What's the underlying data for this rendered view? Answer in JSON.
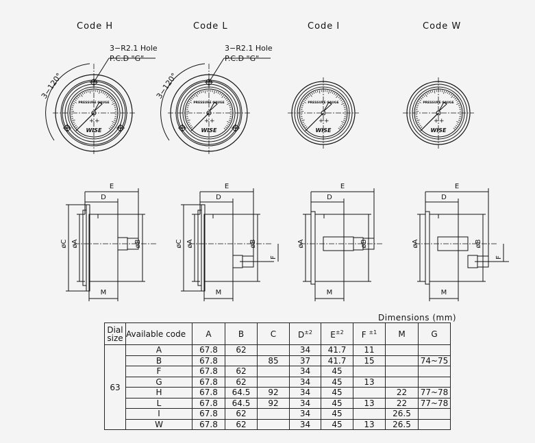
{
  "codes": [
    "Code  H",
    "Code  L",
    "Code  I",
    "Code  W"
  ],
  "annotations": {
    "hole": "3−R2.1  Hole",
    "pcd": "P.C.D  \"G\"",
    "angle": "3−120°",
    "dial_text": "PRESSURE GAUGE",
    "brand": "WISE"
  },
  "dimension_letters": {
    "E": "E",
    "D": "D",
    "M": "M",
    "F": "F",
    "C": "øC",
    "A": "øA",
    "B": "øB"
  },
  "table": {
    "caption": "Dimensions  (mm)",
    "headers": {
      "dial_size": "Dial size",
      "available_code": "Available  code",
      "A": "A",
      "B": "B",
      "C": "C",
      "D": "D",
      "D_tol": "±2",
      "E": "E",
      "E_tol": "±2",
      "F": "F",
      "F_tol": "±1",
      "M": "M",
      "G": "G"
    },
    "dial_size": "63",
    "rows": [
      {
        "code": "A",
        "A": "67.8",
        "B": "62",
        "C": "",
        "D": "34",
        "E": "41.7",
        "F": "11",
        "M": "",
        "G": ""
      },
      {
        "code": "B",
        "A": "67.8",
        "B": "",
        "C": "85",
        "D": "37",
        "E": "41.7",
        "F": "15",
        "M": "",
        "G": "74~75"
      },
      {
        "code": "F",
        "A": "67.8",
        "B": "62",
        "C": "",
        "D": "34",
        "E": "45",
        "F": "",
        "M": "",
        "G": ""
      },
      {
        "code": "G",
        "A": "67.8",
        "B": "62",
        "C": "",
        "D": "34",
        "E": "45",
        "F": "13",
        "M": "",
        "G": ""
      },
      {
        "code": "H",
        "A": "67.8",
        "B": "64.5",
        "C": "92",
        "D": "34",
        "E": "45",
        "F": "",
        "M": "22",
        "G": "77~78"
      },
      {
        "code": "L",
        "A": "67.8",
        "B": "64.5",
        "C": "92",
        "D": "34",
        "E": "45",
        "F": "13",
        "M": "22",
        "G": "77~78"
      },
      {
        "code": "I",
        "A": "67.8",
        "B": "62",
        "C": "",
        "D": "34",
        "E": "45",
        "F": "",
        "M": "26.5",
        "G": ""
      },
      {
        "code": "W",
        "A": "67.8",
        "B": "62",
        "C": "",
        "D": "34",
        "E": "45",
        "F": "13",
        "M": "26.5",
        "G": ""
      }
    ]
  }
}
